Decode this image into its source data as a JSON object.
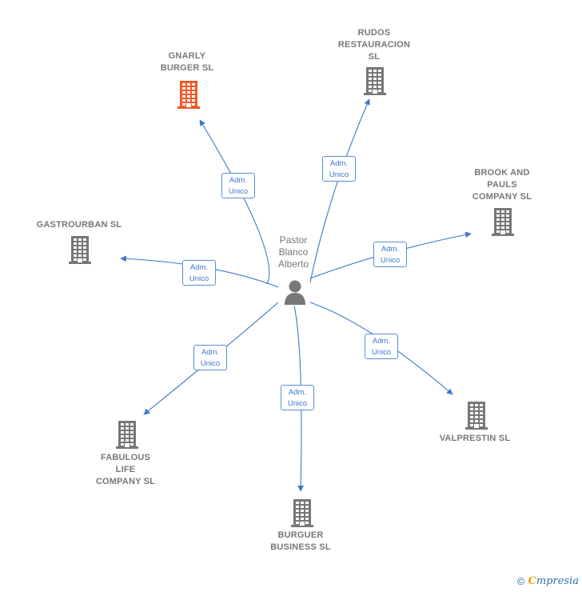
{
  "colors": {
    "edge": "#3b78c9",
    "building": "#777777",
    "building_highlight": "#f05a28",
    "person": "#777777"
  },
  "person": {
    "name": "Pastor\nBlanco\nAlberto",
    "icon": "person-icon"
  },
  "companies": [
    {
      "id": "gnarly",
      "name": "GNARLY\nBURGER  SL",
      "highlight": true
    },
    {
      "id": "rudos",
      "name": "RUDOS\nRESTAURACION\nSL",
      "highlight": false
    },
    {
      "id": "brook",
      "name": "BROOK AND\nPAULS\nCOMPANY  SL",
      "highlight": false
    },
    {
      "id": "gastro",
      "name": "GASTROURBAN SL",
      "highlight": false
    },
    {
      "id": "valpre",
      "name": "VALPRESTIN SL",
      "highlight": false
    },
    {
      "id": "fabulous",
      "name": "FABULOUS\nLIFE\nCOMPANY  SL",
      "highlight": false
    },
    {
      "id": "burguer",
      "name": "BURGUER\nBUSINESS  SL",
      "highlight": false
    }
  ],
  "relations": [
    {
      "to": "gnarly",
      "label": "Adm.\nUnico"
    },
    {
      "to": "rudos",
      "label": "Adm.\nUnico"
    },
    {
      "to": "brook",
      "label": "Adm.\nUnico"
    },
    {
      "to": "gastro",
      "label": "Adm.\nUnico"
    },
    {
      "to": "valpre",
      "label": "Adm.\nUnico"
    },
    {
      "to": "fabulous",
      "label": "Adm.\nUnico"
    },
    {
      "to": "burguer",
      "label": "Adm.\nUnico"
    }
  ],
  "footer": {
    "copyright": "©",
    "brand_first": "C",
    "brand_rest": "mpresia"
  }
}
